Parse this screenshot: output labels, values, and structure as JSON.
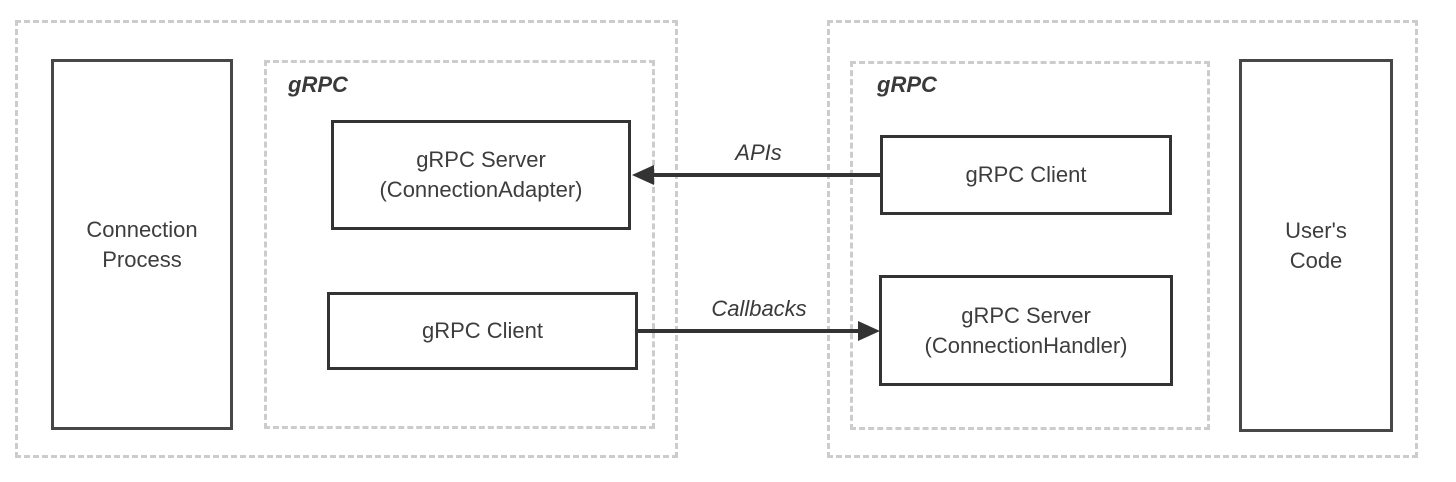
{
  "colors": {
    "background": "#ffffff",
    "dashed_border": "#cccccc",
    "solid_border": "#333333",
    "tall_box_border": "#474747",
    "text": "#3d3d3d",
    "arrow": "#333333"
  },
  "left_region": {
    "process_box": {
      "label": "Connection\nProcess"
    },
    "grpc_group": {
      "label": "gRPC",
      "server_box": {
        "label": "gRPC Server\n(ConnectionAdapter)"
      },
      "client_box": {
        "label": "gRPC Client"
      }
    }
  },
  "right_region": {
    "grpc_group": {
      "label": "gRPC",
      "client_box": {
        "label": "gRPC Client"
      },
      "server_box": {
        "label": "gRPC Server\n(ConnectionHandler)"
      }
    },
    "code_box": {
      "label": "User's\nCode"
    }
  },
  "arrows": {
    "apis": {
      "label": "APIs",
      "direction": "right-to-left"
    },
    "callbacks": {
      "label": "Callbacks",
      "direction": "left-to-right"
    }
  }
}
